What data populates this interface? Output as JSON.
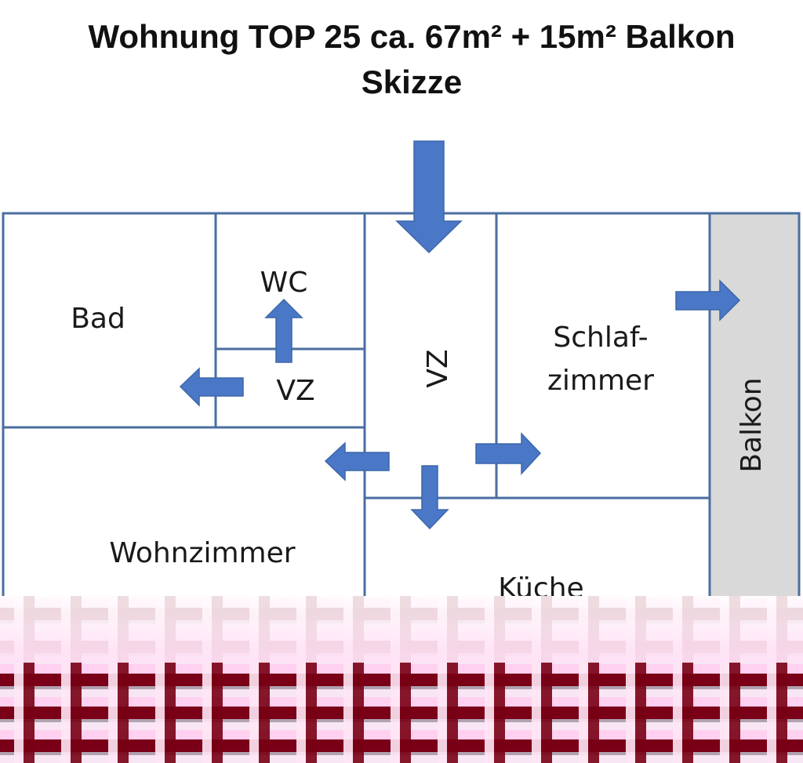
{
  "header": {
    "title": "Wohnung  TOP 25 ca. 67m² + 15m² Balkon",
    "subtitle": "Skizze"
  },
  "rooms": {
    "bad": "Bad",
    "wc": "WC",
    "vz_small": "VZ",
    "vz_main": "VZ",
    "schlafzimmer_line1": "Schlaf-",
    "schlafzimmer_line2": "zimmer",
    "balkon": "Balkon",
    "wohnzimmer": "Wohnzimmer",
    "kueche": "Küche"
  },
  "colors": {
    "wall": "#4a6ea0",
    "arrow": "#4a78c6",
    "balcony": "#d9d9d9"
  }
}
